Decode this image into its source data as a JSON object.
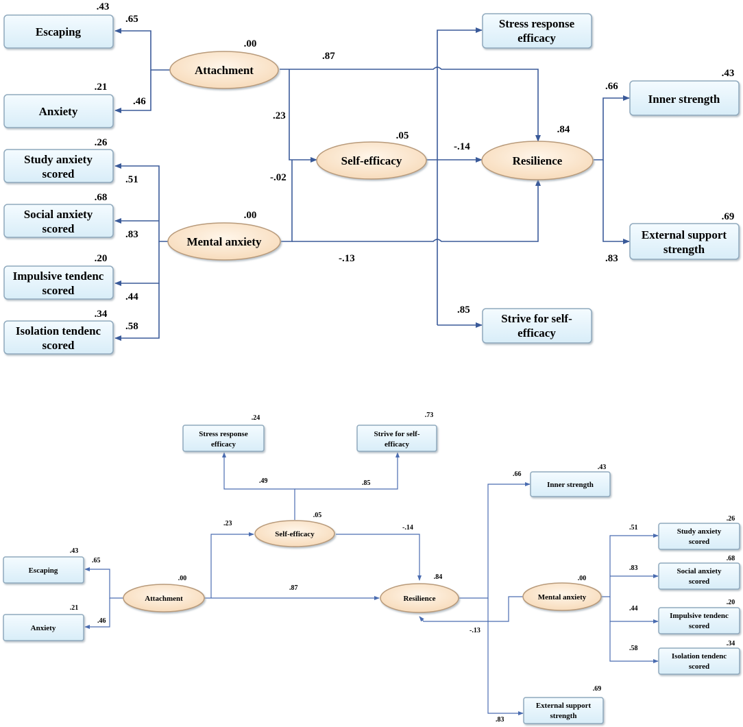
{
  "top": {
    "nodes": {
      "escaping": {
        "label": [
          "Escaping"
        ],
        "r2": ".43"
      },
      "anxiety": {
        "label": [
          "Anxiety"
        ],
        "r2": ".21"
      },
      "study": {
        "label": [
          "Study anxiety",
          "scored"
        ],
        "r2": ".26"
      },
      "social": {
        "label": [
          "Social anxiety",
          "scored"
        ],
        "r2": ".68"
      },
      "impulsive": {
        "label": [
          "Impulsive tendenc",
          "scored"
        ],
        "r2": ".20"
      },
      "isolation": {
        "label": [
          "Isolation tendenc",
          "scored"
        ],
        "r2": ".34"
      },
      "attachment": {
        "label": [
          "Attachment"
        ],
        "r2": ".00"
      },
      "mental": {
        "label": [
          "Mental anxiety"
        ],
        "r2": ".00"
      },
      "selfeff": {
        "label": [
          "Self-efficacy"
        ],
        "r2": ".05"
      },
      "resilience": {
        "label": [
          "Resilience"
        ],
        "r2": ".84"
      },
      "stressresp": {
        "label": [
          "Stress response",
          "efficacy"
        ],
        "r2": ""
      },
      "strive": {
        "label": [
          "Strive for self-",
          "efficacy"
        ],
        "r2": ""
      },
      "inner": {
        "label": [
          "Inner strength"
        ],
        "r2": ".43"
      },
      "external": {
        "label": [
          "External support",
          "strength"
        ],
        "r2": ".69"
      }
    },
    "coefficients": {
      "att_escaping": ".65",
      "att_anxiety": ".46",
      "ma_study": ".51",
      "ma_social": ".83",
      "ma_impulsive": ".44",
      "ma_isolation": ".58",
      "att_res": ".87",
      "att_se": ".23",
      "ma_se": "-.02",
      "se_res": "-.14",
      "ma_res": "-.13",
      "se_strive": ".85",
      "res_inner": ".66",
      "res_external": ".83"
    }
  },
  "bottom": {
    "nodes": {
      "stressresp": {
        "label": [
          "Stress response",
          "efficacy"
        ],
        "r2": ".24"
      },
      "strive": {
        "label": [
          "Strive for self-",
          "efficacy"
        ],
        "r2": ".73"
      },
      "inner": {
        "label": [
          "Inner strength"
        ],
        "r2": ".43"
      },
      "selfeff": {
        "label": [
          "Self-efficacy"
        ],
        "r2": ".05"
      },
      "study": {
        "label": [
          "Study anxiety",
          "scored"
        ],
        "r2": ".26"
      },
      "social": {
        "label": [
          "Social anxiety",
          "scored"
        ],
        "r2": ".68"
      },
      "escaping": {
        "label": [
          "Escaping"
        ],
        "r2": ".43"
      },
      "attachment": {
        "label": [
          "Attachment"
        ],
        "r2": ".00"
      },
      "resilience": {
        "label": [
          "Resilience"
        ],
        "r2": ".84"
      },
      "mental": {
        "label": [
          "Mental anxiety"
        ],
        "r2": ".00"
      },
      "anxiety": {
        "label": [
          "Anxiety"
        ],
        "r2": ".21"
      },
      "impulsive": {
        "label": [
          "Impulsive tendenc",
          "scored"
        ],
        "r2": ".20"
      },
      "isolation": {
        "label": [
          "Isolation tendenc",
          "scored"
        ],
        "r2": ".34"
      },
      "external": {
        "label": [
          "External support",
          "strength"
        ],
        "r2": ".69"
      }
    },
    "coefficients": {
      "se_stress": ".49",
      "se_strive": ".85",
      "res_inner": ".66",
      "att_se": ".23",
      "se_res": "-.14",
      "att_escaping": ".65",
      "att_anxiety": ".46",
      "att_res": ".87",
      "ma_res": "-.13",
      "ma_study": ".51",
      "ma_social": ".83",
      "ma_impulsive": ".44",
      "ma_isolation": ".58",
      "res_external": ".83"
    }
  }
}
